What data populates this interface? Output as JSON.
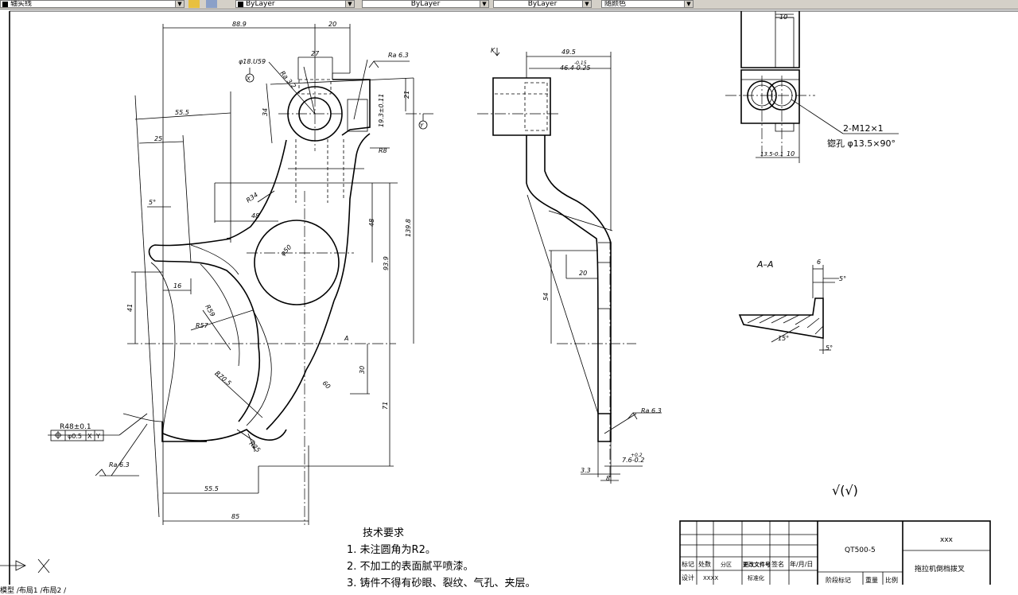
{
  "toolbar": {
    "layer_value": "轴实线",
    "color_value": "ByLayer",
    "linetype_value": "ByLayer",
    "lineweight_value": "ByLayer",
    "plotstyle_value": "随颜色"
  },
  "dims_front": {
    "d889": "88.9",
    "d20": "20",
    "d27": "27",
    "d555": "55.5",
    "d25": "25",
    "d5deg": "5°",
    "d34": "34",
    "d21": "21",
    "d193": "19.3±0.11",
    "dR8": "R8",
    "dR34": "R34",
    "d48h": "48",
    "d48v": "48",
    "dphi50": "φ50",
    "d939": "93.9",
    "d1398": "139.8",
    "d16": "16",
    "d41": "41",
    "dR59": "R59",
    "dR57": "R57",
    "dR705": "R70.5",
    "d30": "30",
    "d60": "60",
    "d71": "71",
    "dR25": "R25",
    "dA": "A",
    "d555b": "55.5",
    "d85": "85",
    "hole": "φ18.U59",
    "ra_top": "Ra 6.3",
    "ra_hole": "Ra 3.2",
    "r48": "R48±0.1",
    "tol": "φ0.5",
    "x": "X",
    "y": "Y",
    "ra_left": "Ra 6.3"
  },
  "dims_side": {
    "k": "K",
    "d495": "49.5",
    "d464": "46.4-0.25",
    "d464_sup": "-0.15",
    "d20": "20",
    "d54": "54",
    "ra": "Ra 6.3",
    "d33": "3.3",
    "d8": "8",
    "d76": "7.6-0.2",
    "d76_sup": "+0.2"
  },
  "dims_top": {
    "d10": "10",
    "thread": "2-M12×1",
    "csk": "锪孔 φ13.5×90°",
    "d135": "13.5-0.1",
    "d10b": "10"
  },
  "section": {
    "title": "A–A",
    "d6": "6",
    "d5a": "5°",
    "d15": "15°",
    "d5b": "5°"
  },
  "roughness_symbol": "√(√)",
  "notes": {
    "title": "技术要求",
    "items": [
      "1. 未注圆角为R2。",
      "2. 不加工的表面腻平喷漆。",
      "3. 铸件不得有砂眼、裂纹、气孔、夹层。"
    ]
  },
  "title_block": {
    "material": "QT500-5",
    "company": "xxx",
    "part_name": "拖拉机倒档拨叉",
    "row_labels": [
      "标记",
      "处数",
      "分区",
      "更改文件号",
      "签名",
      "年/月/日"
    ],
    "design_label": "设计",
    "designer": "XXXX",
    "std_label": "标准化",
    "stage_label": "阶段标记",
    "weight_label": "重量",
    "scale_label": "比例"
  },
  "layout_tabs": "模型 /布局1 /布局2 /"
}
